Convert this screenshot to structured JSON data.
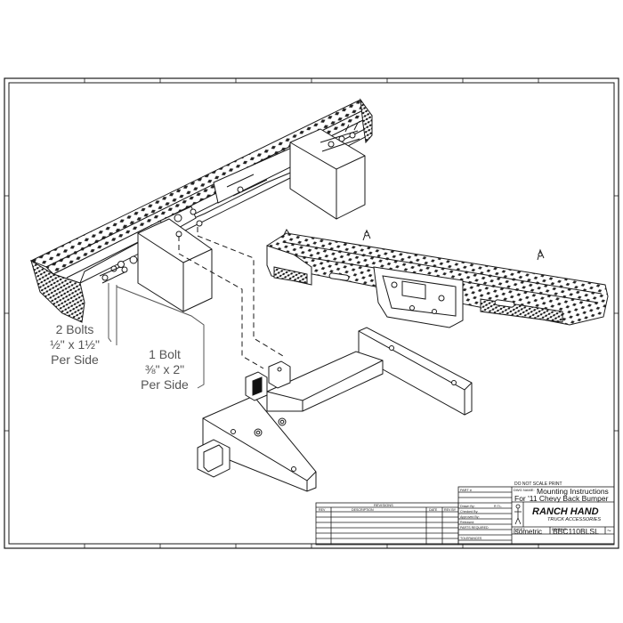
{
  "callouts": {
    "bolts_a_count": "2 Bolts",
    "bolts_a_size": "½\" x 1½\"",
    "bolts_a_per": "Per Side",
    "bolts_b_count": "1 Bolt",
    "bolts_b_size": "⅜\" x 2\"",
    "bolts_b_per": "Per Side"
  },
  "title_block": {
    "do_not_scale": "DO NOT SCALE PRINT",
    "dwg_name_label": "DWG NAME:",
    "title_line1": "Mounting Instructions",
    "title_line2": "For '11 Chevy Back Bumper",
    "sheet_label": "SHEET:",
    "view_name": "isometric",
    "dwg_no_label": "DWG NO:",
    "dwg_no": "BBC110BLSL",
    "rev_mark": "~",
    "part_label": "PART #",
    "drawn_by_label": "Drawn By:",
    "drawn_by": "R.T.L.",
    "checked_label": "Checked By:",
    "approved_label": "Approved By:",
    "released_label": "Released:",
    "parts_required_label": "PARTS REQUIRED",
    "tolerance_label": "TOLERANCES",
    "brand_name": "RANCH HAND",
    "brand_sub": "TRUCK ACCESSORIES"
  },
  "revisions": {
    "title": "REVISIONS",
    "col_rev": "REV",
    "col_description": "DESCRIPTION",
    "col_date": "DATE",
    "col_rev_by": "REV BY"
  },
  "colors": {
    "line": "#1a1a1a",
    "callout_text": "#555555",
    "paper": "#ffffff"
  }
}
